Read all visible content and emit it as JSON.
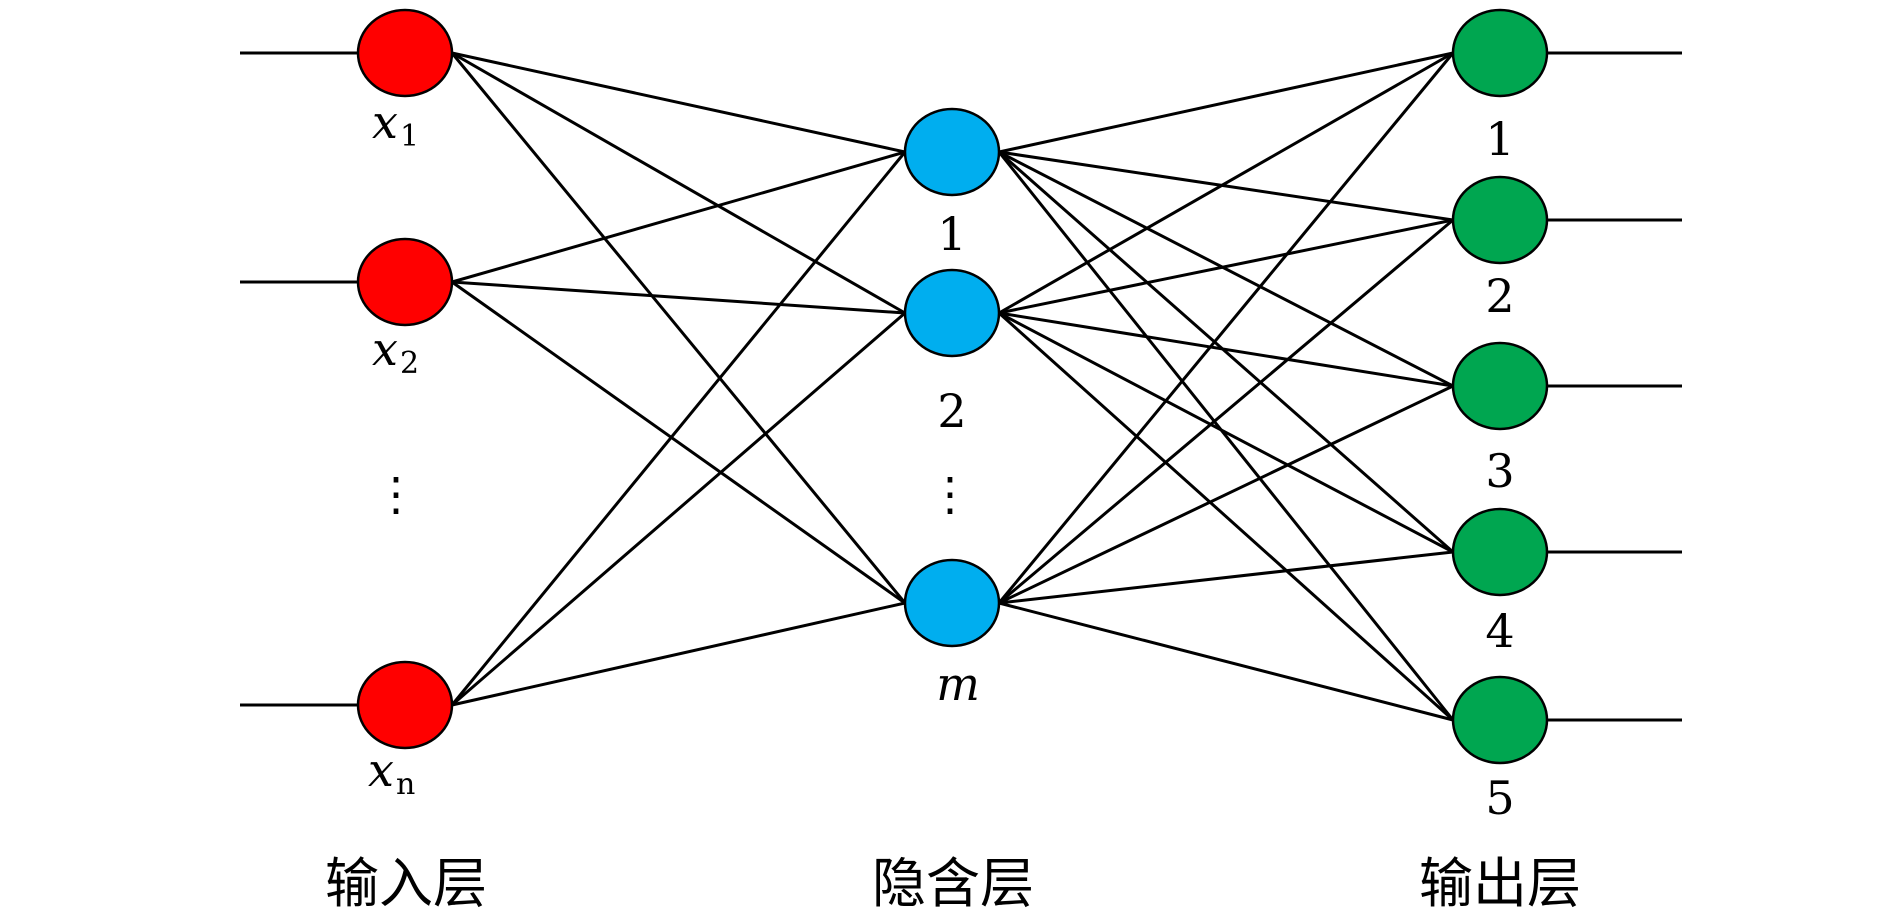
{
  "colors": {
    "input": "#ff0000",
    "hidden": "#00aeef",
    "output": "#00a650",
    "line": "#000000"
  },
  "layers": {
    "input": {
      "title": "输入层",
      "nodes": [
        {
          "var": "x",
          "sub": "1"
        },
        {
          "var": "x",
          "sub": "2"
        },
        {
          "var": "x",
          "sub": "n"
        }
      ],
      "ellipsis": "⋮"
    },
    "hidden": {
      "title": "隐含层",
      "nodes": [
        {
          "label": "1"
        },
        {
          "label": "2"
        },
        {
          "label": "m"
        }
      ],
      "ellipsis": "⋮"
    },
    "output": {
      "title": "输出层",
      "nodes": [
        {
          "label": "1"
        },
        {
          "label": "2"
        },
        {
          "label": "3"
        },
        {
          "label": "4"
        },
        {
          "label": "5"
        }
      ]
    }
  }
}
